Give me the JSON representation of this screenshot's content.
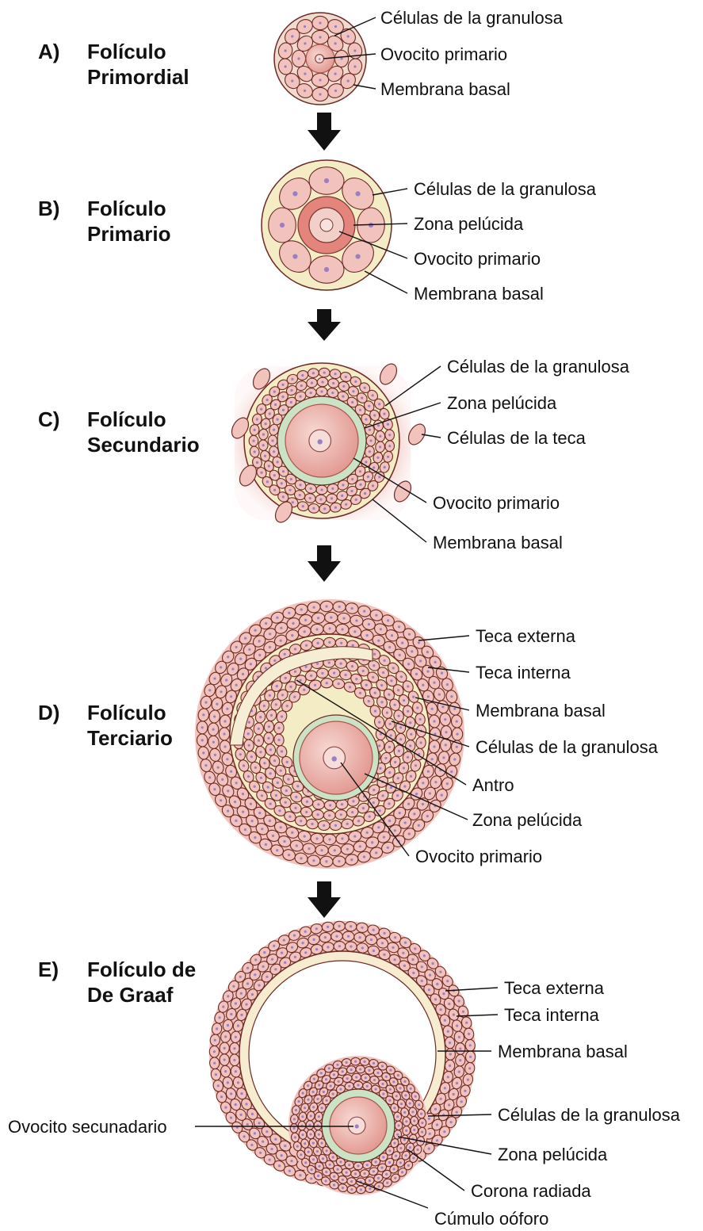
{
  "stages": [
    {
      "letter": "A)",
      "name_line1": "Folículo",
      "name_line2": "Primordial",
      "labels": [
        "Células de la granulosa",
        "Ovocito primario",
        "Membrana basal"
      ]
    },
    {
      "letter": "B)",
      "name_line1": "Folículo",
      "name_line2": "Primario",
      "labels": [
        "Células de la granulosa",
        "Zona pelúcida",
        "Ovocito primario",
        "Membrana basal"
      ]
    },
    {
      "letter": "C)",
      "name_line1": "Folículo",
      "name_line2": "Secundario",
      "labels": [
        "Células de la granulosa",
        "Zona pelúcida",
        "Células de la teca",
        "Ovocito primario",
        "Membrana basal"
      ]
    },
    {
      "letter": "D)",
      "name_line1": "Folículo",
      "name_line2": "Terciario",
      "labels": [
        "Teca externa",
        "Teca interna",
        "Membrana basal",
        "Células de la granulosa",
        "Antro",
        "Zona pelúcida",
        "Ovocito primario"
      ]
    },
    {
      "letter": "E)",
      "name_line1": "Folículo de",
      "name_line2": "De Graaf",
      "labels": [
        "Teca externa",
        "Teca interna",
        "Membrana basal",
        "Células de la granulosa",
        "Zona pelúcida",
        "Corona radiada",
        "Cúmulo oóforo"
      ],
      "left_label": "Ovocito secunadario"
    }
  ],
  "colors": {
    "cell_fill": "#f2c2bc",
    "cell_stroke": "#6b2a25",
    "nucleus": "#9a7fc2",
    "oocyte": "#e9a09a",
    "zona": "#c9e3c4",
    "basal": "#f3ecc4",
    "halo": "#e89a92",
    "text": "#111111"
  }
}
